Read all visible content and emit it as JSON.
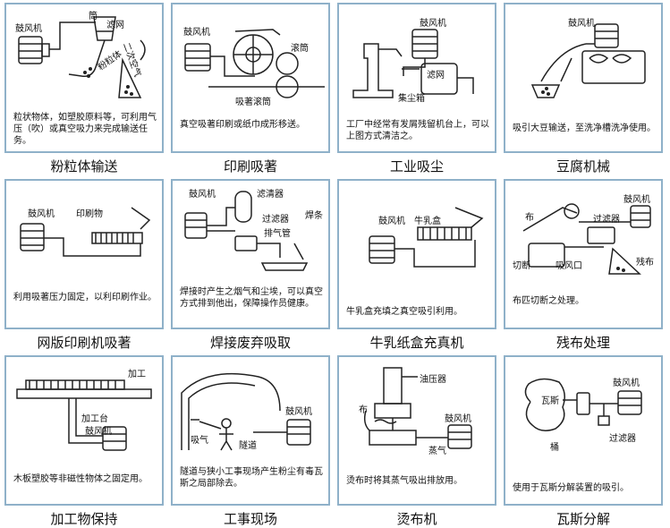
{
  "panels": [
    {
      "caption": "粉粒体输送",
      "desc": "粒状物体，如塑胶原料等，可利用气压（吹）或真空吸力来完成输送任务。",
      "labels": [
        "鼓风机",
        "筒",
        "滤网",
        "粉粒体",
        "二次空气"
      ]
    },
    {
      "caption": "印刷吸著",
      "desc": "真空吸著印刷或纸巾成形移送。",
      "labels": [
        "鼓风机",
        "滚筒",
        "吸著滚筒"
      ]
    },
    {
      "caption": "工业吸尘",
      "desc": "工厂中经常有发屑残留机台上，可以上图方式清洁之。",
      "labels": [
        "鼓风机",
        "滤网",
        "集尘箱"
      ]
    },
    {
      "caption": "豆腐机械",
      "desc": "吸引大豆输送，至洗净槽洗净使用。",
      "labels": [
        "鼓风机"
      ]
    },
    {
      "caption": "网版印刷机吸著",
      "desc": "利用吸著压力固定，以利印刷作业。",
      "labels": [
        "鼓风机",
        "印刷物"
      ]
    },
    {
      "caption": "焊接废弃吸取",
      "desc": "焊接时产生之烟气和尘埃，可以真空方式排到他出，保障操作员健康。",
      "labels": [
        "鼓风机",
        "滤清器",
        "过滤器",
        "焊条",
        "排气管"
      ]
    },
    {
      "caption": "牛乳纸盒充真机",
      "desc": "牛乳盒充填之真空吸引利用。",
      "labels": [
        "鼓风机",
        "牛乳盒"
      ]
    },
    {
      "caption": "残布处理",
      "desc": "布匹切断之处理。",
      "labels": [
        "布",
        "过滤器",
        "鼓风机",
        "切断",
        "吸风口",
        "残布"
      ]
    },
    {
      "caption": "加工物保持",
      "desc": "木板塑胶等非磁性物体之固定用。",
      "labels": [
        "加工",
        "加工台",
        "鼓风机"
      ]
    },
    {
      "caption": "工事现场",
      "desc": "隧道与狭小工事现场产生粉尘有毒瓦斯之局部除去。",
      "labels": [
        "鼓风机",
        "吸气",
        "隧道"
      ]
    },
    {
      "caption": "烫布机",
      "desc": "烫布时将其蒸气吸出排放用。",
      "labels": [
        "油压器",
        "布",
        "鼓风机",
        "蒸气"
      ]
    },
    {
      "caption": "瓦斯分解",
      "desc": "使用于瓦斯分解装置的吸引。",
      "labels": [
        "瓦斯",
        "鼓风机",
        "桶",
        "过滤器"
      ]
    }
  ]
}
